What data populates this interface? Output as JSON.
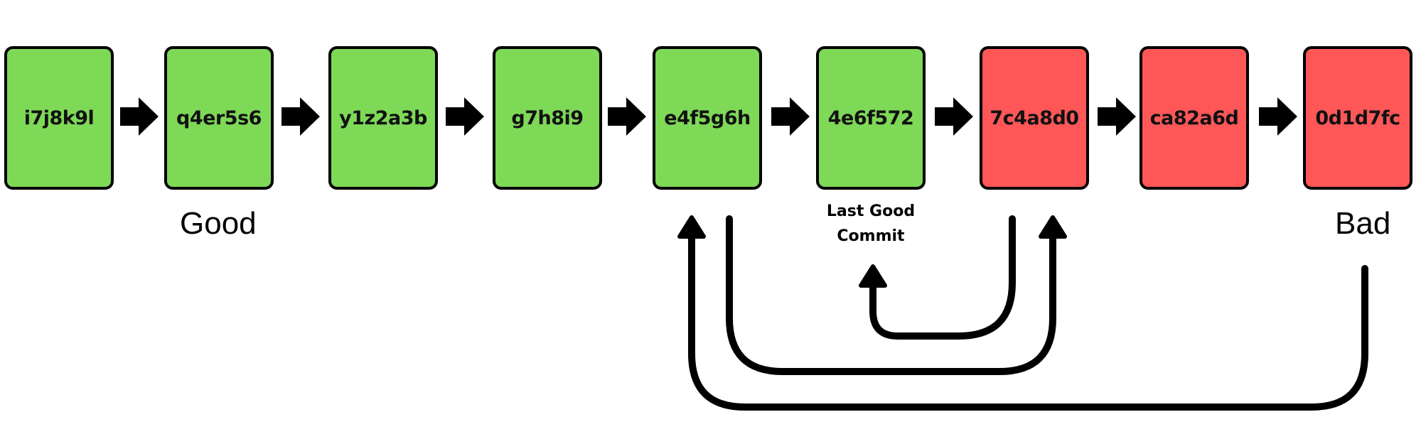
{
  "diagram": {
    "title": "Git bisect commit history",
    "colors": {
      "good": "#7ed957",
      "bad": "#ff5757",
      "stroke": "#000000"
    },
    "commits": [
      {
        "hash": "i7j8k9l",
        "status": "good"
      },
      {
        "hash": "q4er5s6",
        "status": "good"
      },
      {
        "hash": "y1z2a3b",
        "status": "good"
      },
      {
        "hash": "g7h8i9",
        "status": "good"
      },
      {
        "hash": "e4f5g6h",
        "status": "good"
      },
      {
        "hash": "4e6f572",
        "status": "good"
      },
      {
        "hash": "7c4a8d0",
        "status": "bad"
      },
      {
        "hash": "ca82a6d",
        "status": "bad"
      },
      {
        "hash": "0d1d7fc",
        "status": "bad"
      }
    ],
    "labels": {
      "good": "Good",
      "bad": "Bad",
      "last_good_line1": "Last Good",
      "last_good_line2": "Commit"
    },
    "bisect_steps": [
      {
        "from": "0d1d7fc",
        "to": "e4f5g6h",
        "icon": "loop-arrow-icon"
      },
      {
        "from": "e4f5g6h",
        "to": "7c4a8d0",
        "icon": "loop-arrow-icon"
      },
      {
        "from": "7c4a8d0",
        "to": "4e6f572",
        "icon": "loop-arrow-icon"
      }
    ]
  }
}
